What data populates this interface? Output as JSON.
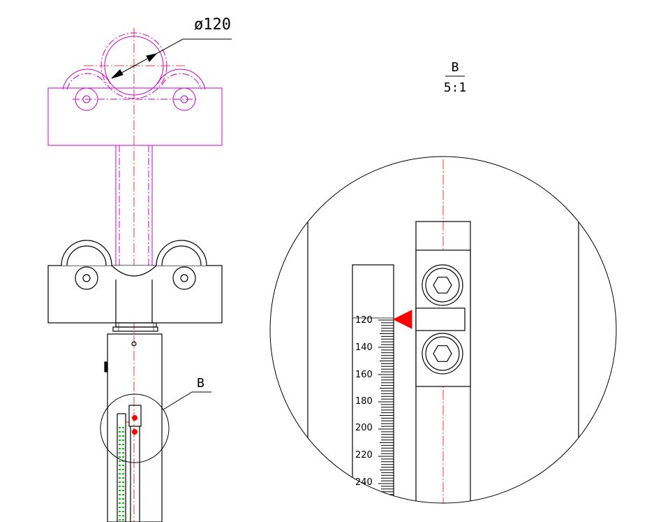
{
  "drawing": {
    "diameter_label": "ø120",
    "callout_label": "B",
    "detail": {
      "view_label": "B",
      "scale_label": "5:1"
    },
    "scale": {
      "tick_labels": [
        "120",
        "140",
        "160",
        "180",
        "200",
        "220",
        "240"
      ]
    }
  },
  "colors": {
    "line": "#000000",
    "magenta": "#cc00cc",
    "red": "#ff0000",
    "green": "#00cc00"
  }
}
